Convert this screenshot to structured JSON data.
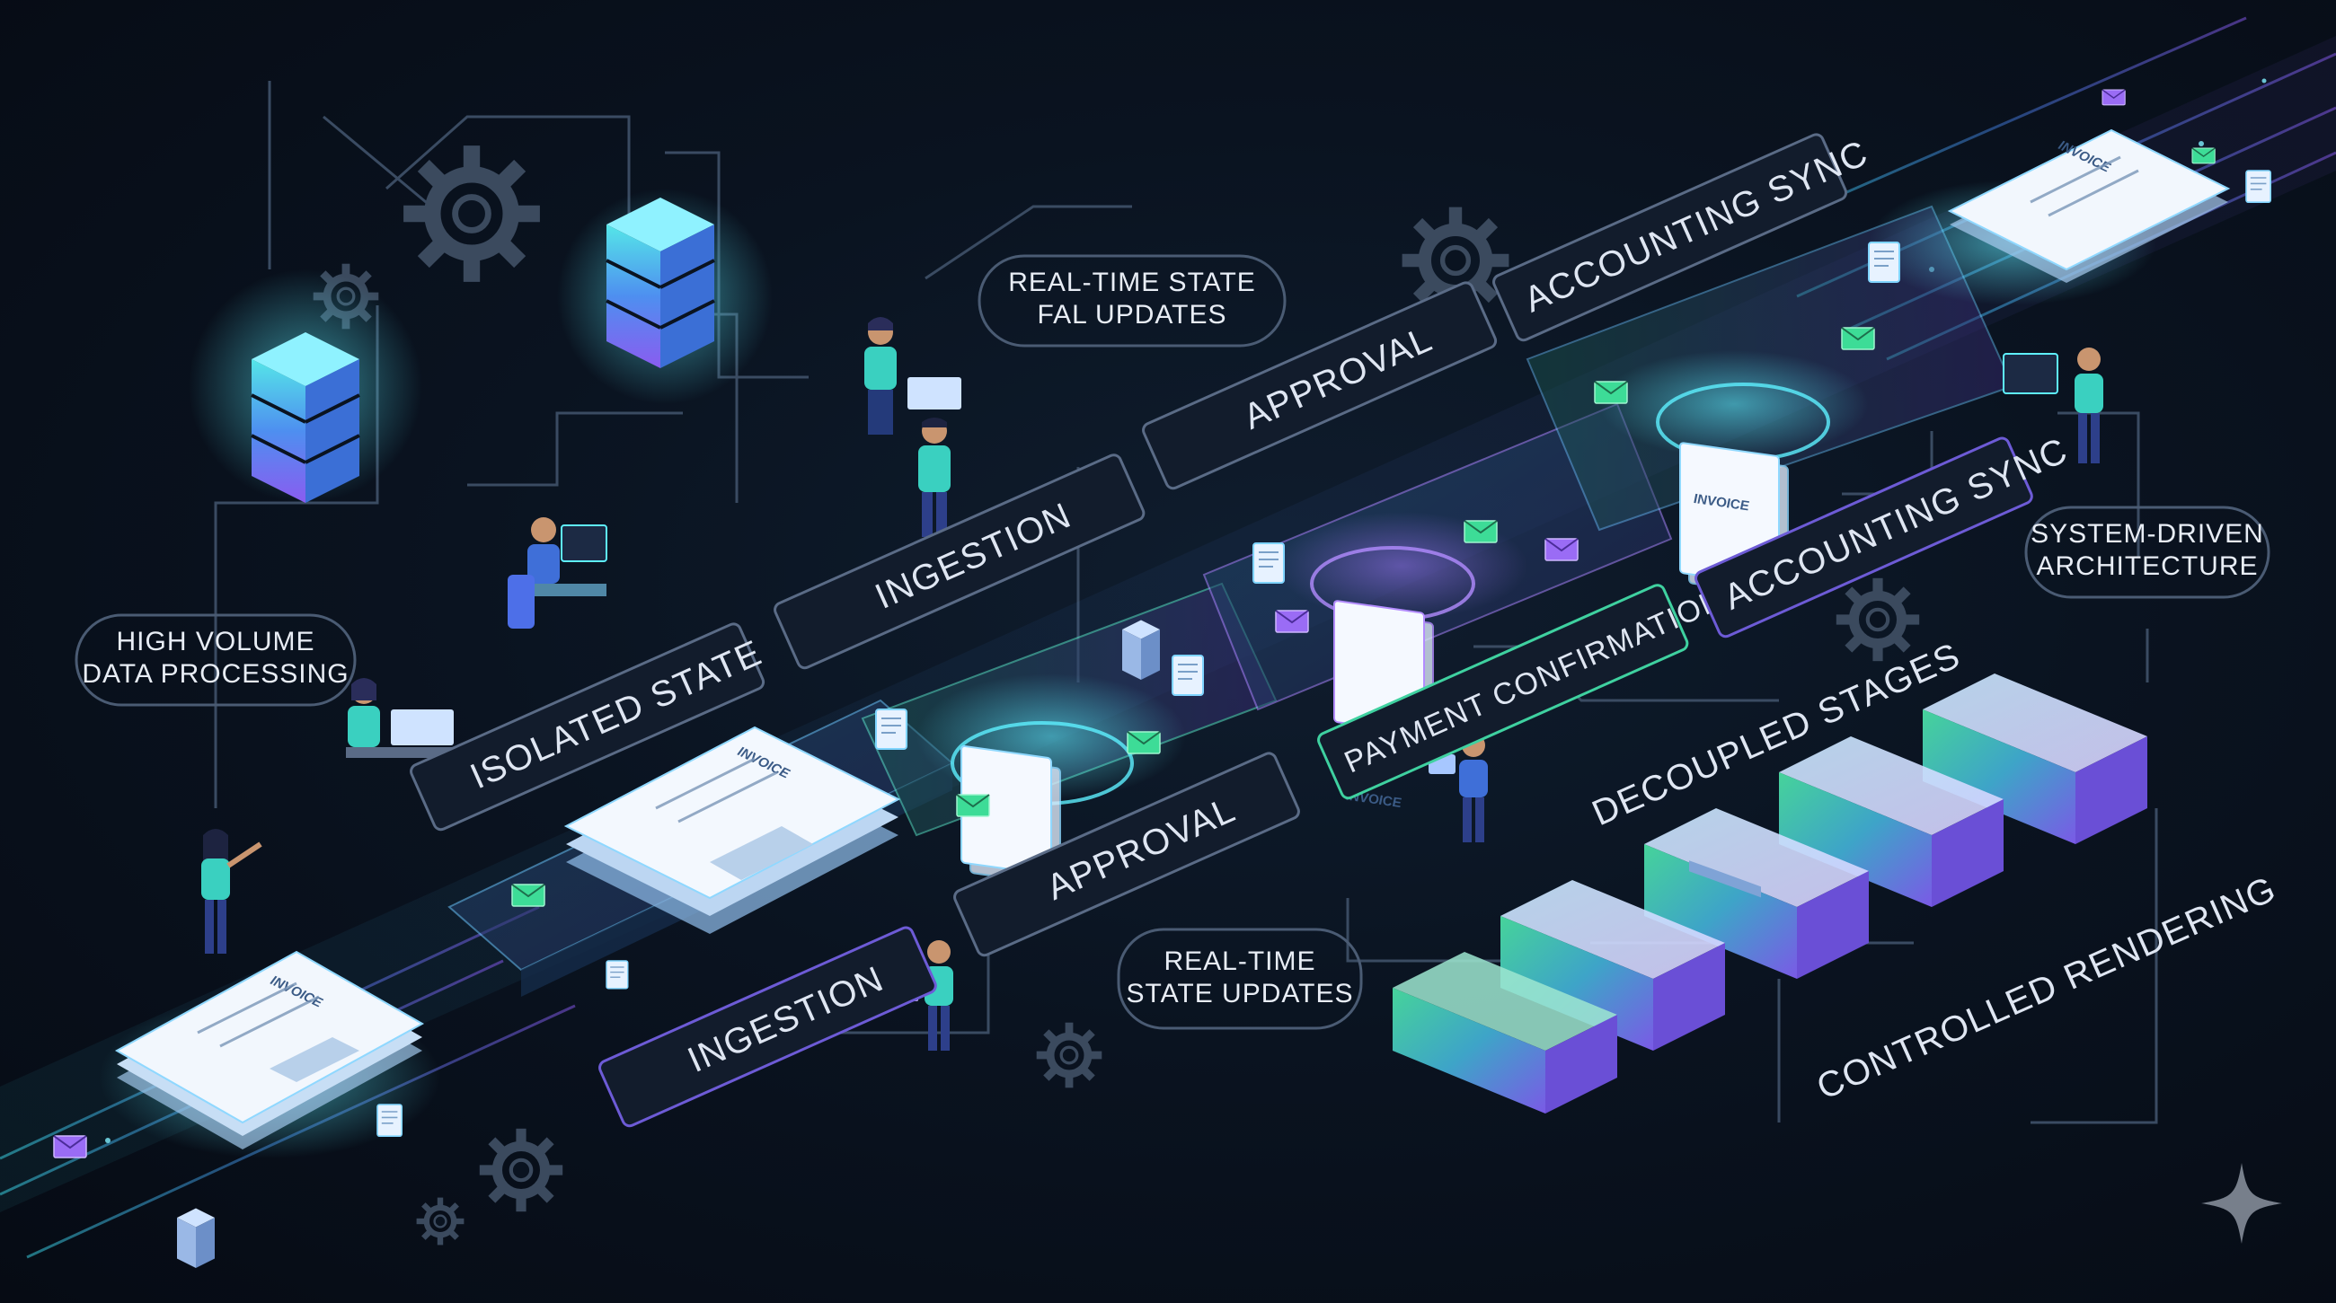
{
  "stage_labels": {
    "isolated_state": "ISOLATED STATE",
    "ingestion_front": "INGESTION",
    "approval_front": "APPROVAL",
    "payment_confirmation": "PAYMENT CONFIRMATION",
    "accounting_sync_front": "ACCOUNTING SYNC",
    "ingestion_back": "INGESTION",
    "approval_back": "APPROVAL",
    "accounting_sync_back": "ACCOUNTING SYNC",
    "decoupled_stages": "DECOUPLED STAGES",
    "controlled_rendering": "CONTROLLED RENDERING"
  },
  "annotations": {
    "high_volume": [
      "HIGH VOLUME",
      "DATA PROCESSING"
    ],
    "realtime_top": [
      "REAL-TIME STATE",
      "FAL UPDATES"
    ],
    "realtime_bottom": [
      "REAL-TIME",
      "STATE UPDATES"
    ],
    "system_driven": [
      "SYSTEM-DRIVEN",
      "ARCHITECTURE"
    ]
  },
  "invoice_label": "INVOICE",
  "icons": [
    "database-icon",
    "gear-icon",
    "person-icon",
    "laptop-icon",
    "document-icon",
    "envelope-icon",
    "sparkle-icon"
  ],
  "colors": {
    "background": "#0a1320",
    "cyan": "#3ee0f0",
    "blue": "#4a8cf7",
    "purple": "#8d5cf6",
    "green": "#3ddc97",
    "label_border": "#5a6b86",
    "text": "#dfe6f2"
  }
}
